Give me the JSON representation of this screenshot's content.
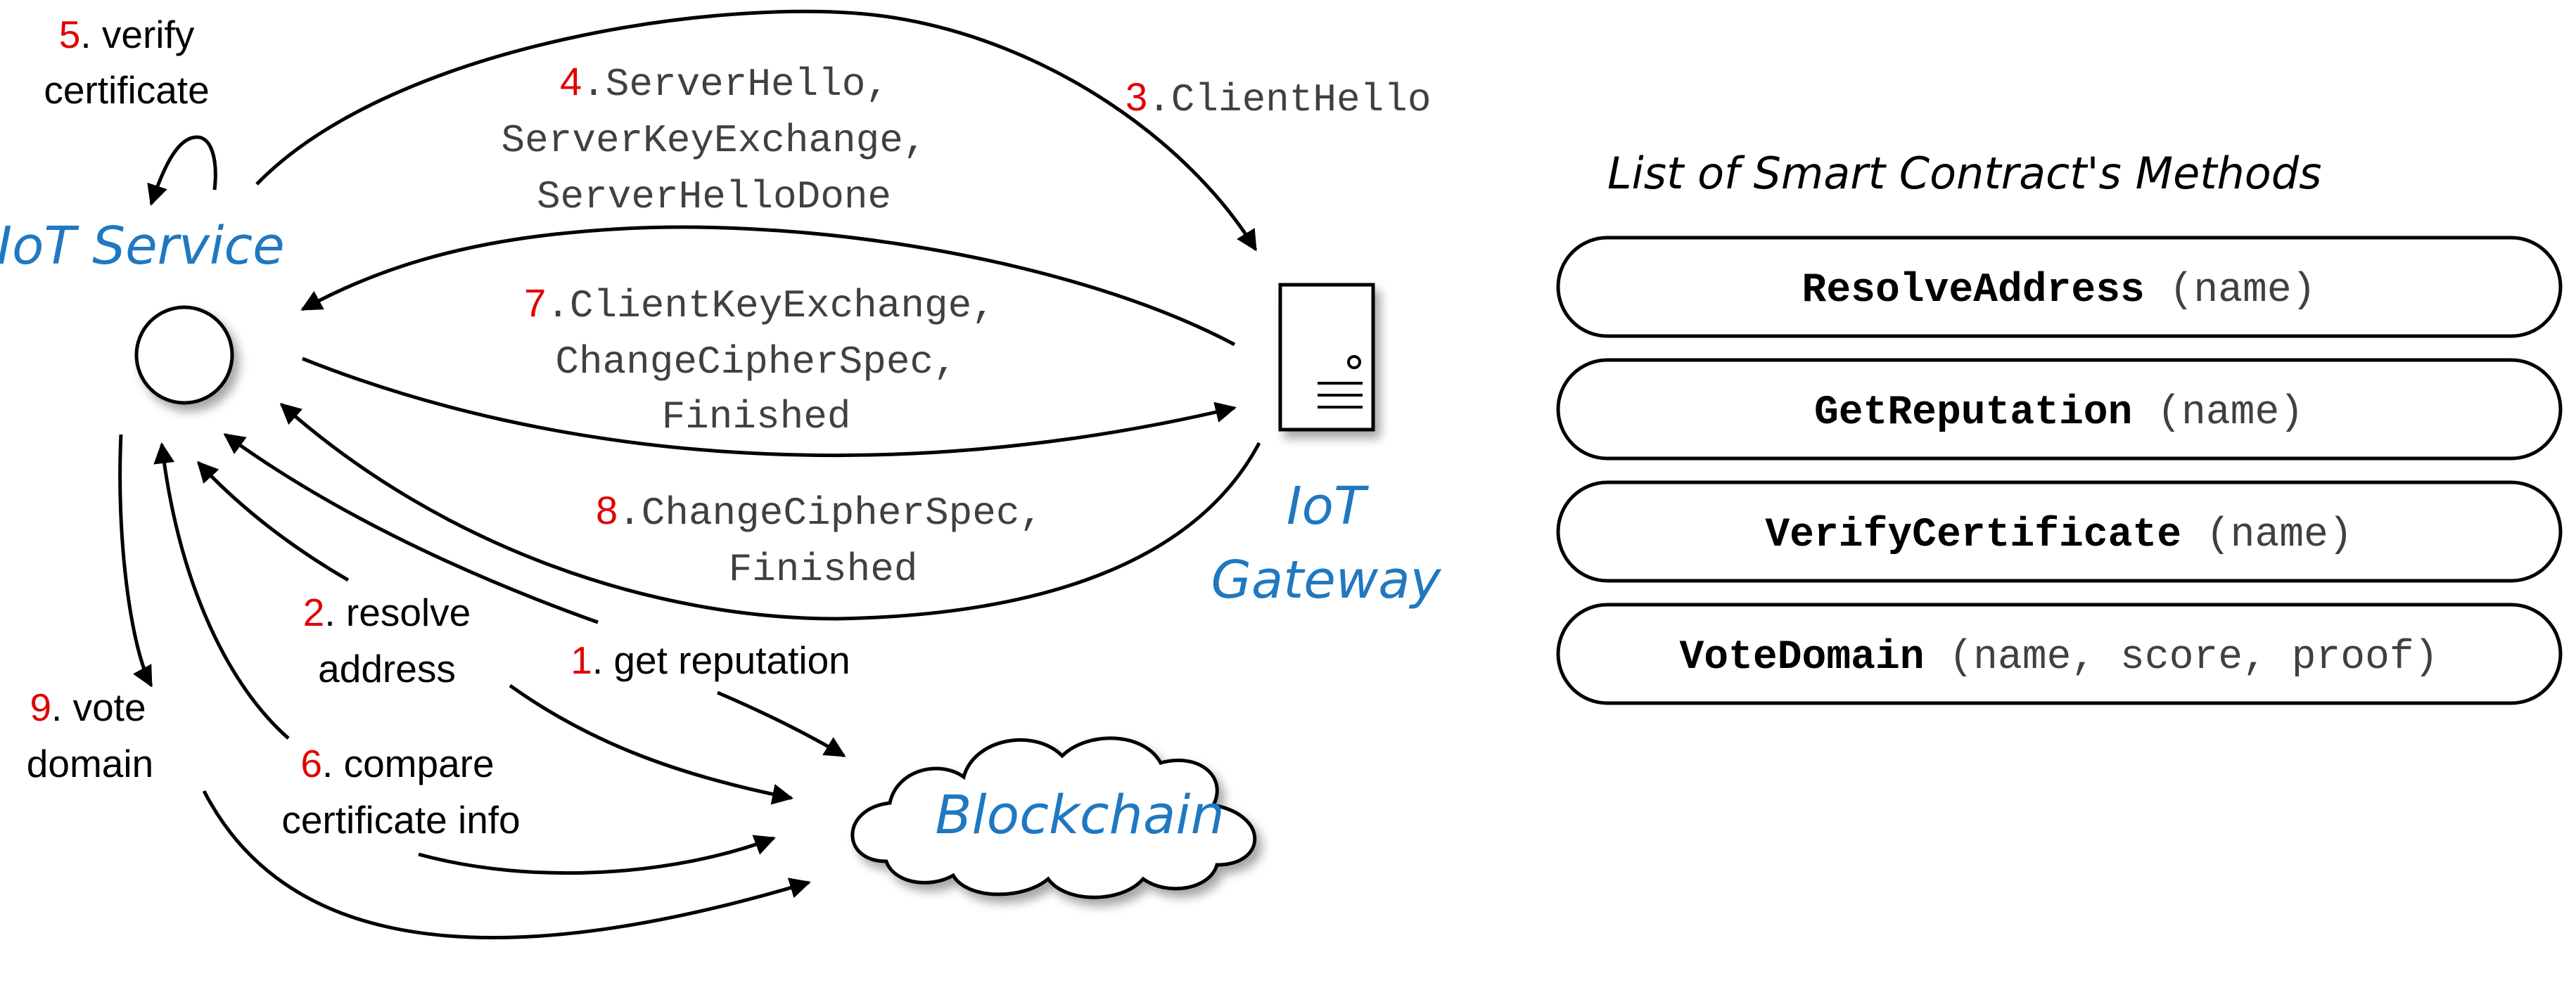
{
  "entities": {
    "iot_service": "IoT Service",
    "iot_gateway_line1": "IoT",
    "iot_gateway_line2": "Gateway",
    "blockchain": "Blockchain"
  },
  "steps": {
    "s1": {
      "num": "1",
      "line1": ". get reputation"
    },
    "s2": {
      "num": "2",
      "line1": ". resolve",
      "line2": "address"
    },
    "s3": {
      "num": "3",
      "line1": ".ClientHello"
    },
    "s4": {
      "num": "4",
      "line1": ".ServerHello,",
      "line2": "ServerKeyExchange,",
      "line3": "ServerHelloDone"
    },
    "s5": {
      "num": "5",
      "line1": ". verify",
      "line2": "certificate"
    },
    "s6": {
      "num": "6",
      "line1": ". compare",
      "line2": "certificate info"
    },
    "s7": {
      "num": "7",
      "line1": ".ClientKeyExchange,",
      "line2": "ChangeCipherSpec,",
      "line3": "Finished"
    },
    "s8": {
      "num": "8",
      "line1": ".ChangeCipherSpec,",
      "line2": "Finished"
    },
    "s9": {
      "num": "9",
      "line1": ". vote",
      "line2": "domain"
    }
  },
  "methods_list": {
    "title": "List of Smart Contract's Methods",
    "items": [
      {
        "name": "ResolveAddress",
        "params": " (name)"
      },
      {
        "name": "GetReputation",
        "params": " (name)"
      },
      {
        "name": "VerifyCertificate",
        "params": " (name)"
      },
      {
        "name": "VoteDomain",
        "params": " (name, score, proof)"
      }
    ]
  },
  "colors": {
    "entity": "#1f78c1",
    "step_number": "#e00000",
    "message_text": "#404040"
  }
}
